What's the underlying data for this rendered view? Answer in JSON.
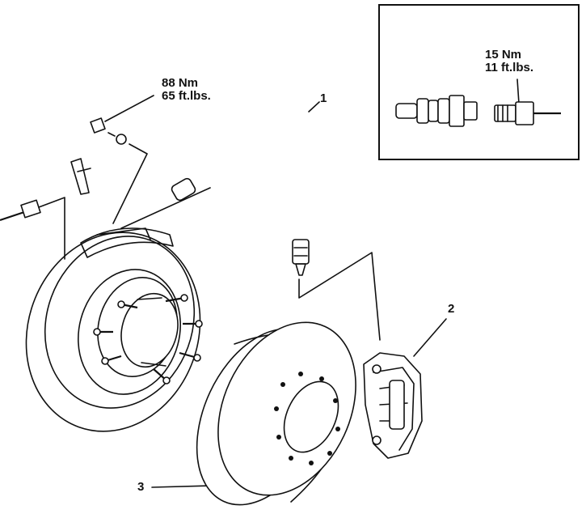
{
  "torque_main": {
    "line1": "88 Nm",
    "line2": "65 ft.lbs."
  },
  "torque_inset": {
    "line1": "15 Nm",
    "line2": "11 ft.lbs."
  },
  "callouts": {
    "c1": "1",
    "c2": "2",
    "c3": "3"
  }
}
